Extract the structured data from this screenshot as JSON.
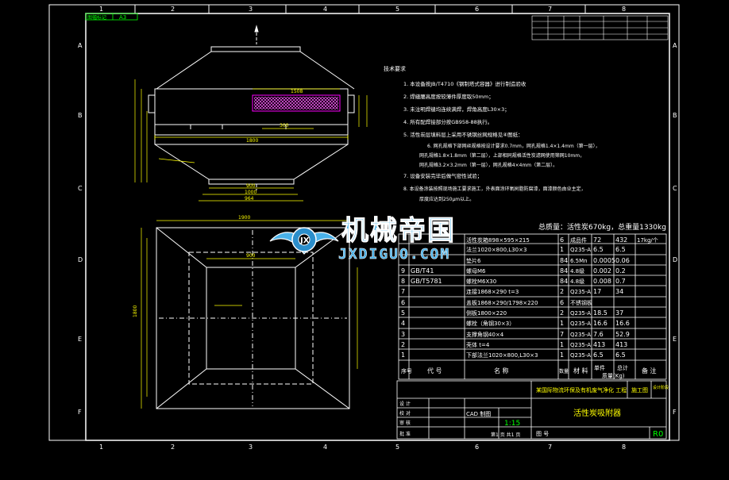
{
  "colors": {
    "background": "#000000",
    "frame": "#ffffff",
    "dimension": "#ffff00",
    "hatch": "#ff00ff",
    "label": "#00ff00",
    "title_text": "#ffff00",
    "watermark": "#4ab1e8"
  },
  "sheet": {
    "format": "A3",
    "format_label": "图幅标记",
    "col_marks": [
      "1",
      "2",
      "3",
      "4",
      "5",
      "6",
      "7",
      "8"
    ],
    "row_marks": [
      "A",
      "B",
      "C",
      "D",
      "E",
      "F"
    ]
  },
  "notes": {
    "heading": "技术要求",
    "items": [
      "1. 本设备按JB/T4710《钢制塔式容器》进行制造验收",
      "2. 焊缝腰高度按较薄件厚度取50mm；",
      "3. 未注明焊缝均连续满焊，焊角高度L30×3；",
      "4. 所有配焊接部分按GB958-88执行。",
      "5. 活性炭层填料层上采用不锈钢丝网规格见④图纸：",
      "6. 网孔规格下部网丝规格按设计要求0.7mm，网孔规格1.4×1.4mm（第一层），",
      "网孔规格1.8×1.8mm（第二层），上部相同规格活性炭滤网使用筛网10mm，",
      "网孔规格3.2×3.2mm（第一层），网孔规格4×4mm（第二层）。",
      "7. 设备安装完毕后做气密性试验；",
      "8. 本设备涂装按照现场施工要求施工，外表面涂环氧树脂防腐漆，面漆颜色由业主定，",
      "厚度应达到250μm以上。"
    ]
  },
  "weights": "总质量：活性炭670kg，总重量1330kg",
  "bom": {
    "rows": [
      {
        "no": "",
        "code": "",
        "name": "活性炭箱898×595×215",
        "qty": "6",
        "material": "成品件",
        "unit": "72",
        "total": "432",
        "note": "17kg/个"
      },
      {
        "no": "",
        "code": "",
        "name": "法兰1020×800,L30×3",
        "qty": "1",
        "material": "Q235-A",
        "unit": "6.5",
        "total": "6.5",
        "note": ""
      },
      {
        "no": "",
        "code": "",
        "name": "垫片6",
        "qty": "84",
        "material": "6.5Mn",
        "unit": "0.0005",
        "total": "0.06",
        "note": ""
      },
      {
        "no": "9",
        "code": "GB/T41",
        "name": "螺母M6",
        "qty": "84",
        "material": "4.8级",
        "unit": "0.002",
        "total": "0.2",
        "note": ""
      },
      {
        "no": "8",
        "code": "GB/T5781",
        "name": "螺栓M6X30",
        "qty": "84",
        "material": "4.8级",
        "unit": "0.008",
        "total": "0.7",
        "note": ""
      },
      {
        "no": "7",
        "code": "",
        "name": "连接1868×290 t=3",
        "qty": "2",
        "material": "Q235-A",
        "unit": "17",
        "total": "34",
        "note": ""
      },
      {
        "no": "6",
        "code": "",
        "name": "盖板1868×290/1798×220",
        "qty": "6",
        "material": "不锈钢板",
        "unit": "",
        "total": "",
        "note": ""
      },
      {
        "no": "5",
        "code": "",
        "name": "侧板1800×220",
        "qty": "2",
        "material": "Q235-A",
        "unit": "18.5",
        "total": "37",
        "note": ""
      },
      {
        "no": "4",
        "code": "",
        "name": "螺栓（角钢30×3）",
        "qty": "1",
        "material": "Q235-A",
        "unit": "16.6",
        "total": "16.6",
        "note": ""
      },
      {
        "no": "3",
        "code": "",
        "name": "支撑角钢40×4",
        "qty": "7",
        "material": "Q235-A",
        "unit": "7.6",
        "total": "52.9",
        "note": ""
      },
      {
        "no": "2",
        "code": "",
        "name": "壳体 t=4",
        "qty": "1",
        "material": "Q235-A",
        "unit": "413",
        "total": "413",
        "note": ""
      },
      {
        "no": "1",
        "code": "",
        "name": "下部法兰1020×800,L30×3",
        "qty": "1",
        "material": "Q235-A",
        "unit": "6.5",
        "total": "6.5",
        "note": ""
      }
    ],
    "header": {
      "no": "序号",
      "code": "代 号",
      "name": "名 称",
      "qty": "数量",
      "material": "材 料",
      "unit": "单件",
      "total": "总计",
      "mass": "质量(Kg)",
      "note": "备 注"
    }
  },
  "title_block": {
    "project": "某国际物流环保及有机废气净化 工程",
    "stage": "施工图",
    "stage_side": "设计阶段",
    "drawing_name": "活性炭吸附器",
    "cad": "CAD 制图",
    "scale": "1:15",
    "sheet_count": "第1 页 共1 页",
    "drawing_no_label": "图 号",
    "revision": "R0",
    "roles": [
      "设 计",
      "校 对",
      "审 核",
      "批 准"
    ]
  },
  "dimensions": {
    "top_width": "1800",
    "filter_width": "1508",
    "gap": "300",
    "lower_width": "1900",
    "duct_width": "900",
    "outlet": "1000",
    "outlet2": "964",
    "plan_width": "1900",
    "plan_inner": "900",
    "height": "1800"
  },
  "watermark": {
    "title": "机械帝国",
    "url": "JXDIGUO.COM"
  }
}
